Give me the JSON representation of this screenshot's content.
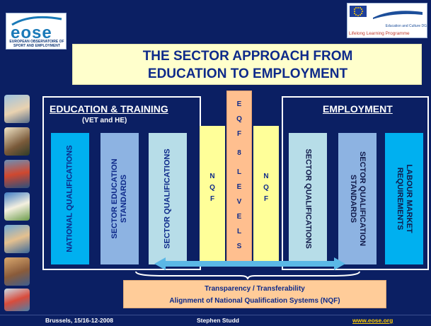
{
  "logo": {
    "word": "eose",
    "subtitle": "EUROPEAN OBSERVATOIRE OF SPORT AND EMPLOYMENT"
  },
  "eu_logo": {
    "dg": "Education and Culture DG",
    "programme": "Lifelong Learning Programme"
  },
  "title": {
    "line1": "THE SECTOR APPROACH FROM",
    "line2": "EDUCATION TO EMPLOYMENT"
  },
  "left_panel": {
    "title": "EDUCATION & TRAINING",
    "subtitle": "(VET and HE)",
    "boxes": [
      {
        "label": "NATIONAL QUALIFICATIONS",
        "color": "#00b0f0"
      },
      {
        "label": "SECTOR EDUCATION STANDARDS",
        "color": "#8db3e2"
      },
      {
        "label": "SECTOR QUALIFICATIONS",
        "color": "#b7dde8"
      }
    ]
  },
  "right_panel": {
    "title": "EMPLOYMENT",
    "boxes": [
      {
        "label": "SECTOR QUALIFICATIONS",
        "color": "#b7dde8"
      },
      {
        "label": "SECTOR QUALIFICATION STANDARDS",
        "color": "#8db3e2"
      },
      {
        "label": "LABOUR MARKET REQUIREMENTS",
        "color": "#00b0f0"
      }
    ]
  },
  "nqf_left": {
    "letters": [
      "N",
      "Q",
      "F"
    ]
  },
  "nqf_right": {
    "letters": [
      "N",
      "Q",
      "F"
    ]
  },
  "eqf": {
    "letters": [
      "E",
      "Q",
      "F",
      "8",
      "L",
      "E",
      "V",
      "E",
      "L",
      "S"
    ]
  },
  "bottom_box": {
    "line1": "Transparency / Transferability",
    "line2": "Alignment of National Qualification Systems (NQF)"
  },
  "footer": {
    "left": "Brussels, 15/16-12-2008",
    "center": "Stephen Studd",
    "link": "www.eose.org"
  },
  "colors": {
    "background": "#0b1f63",
    "title_bg": "#ffffcc",
    "nqf_bar": "#ffff99",
    "eqf_bar": "#ffbf8f",
    "arrow": "#5bb8e6"
  }
}
